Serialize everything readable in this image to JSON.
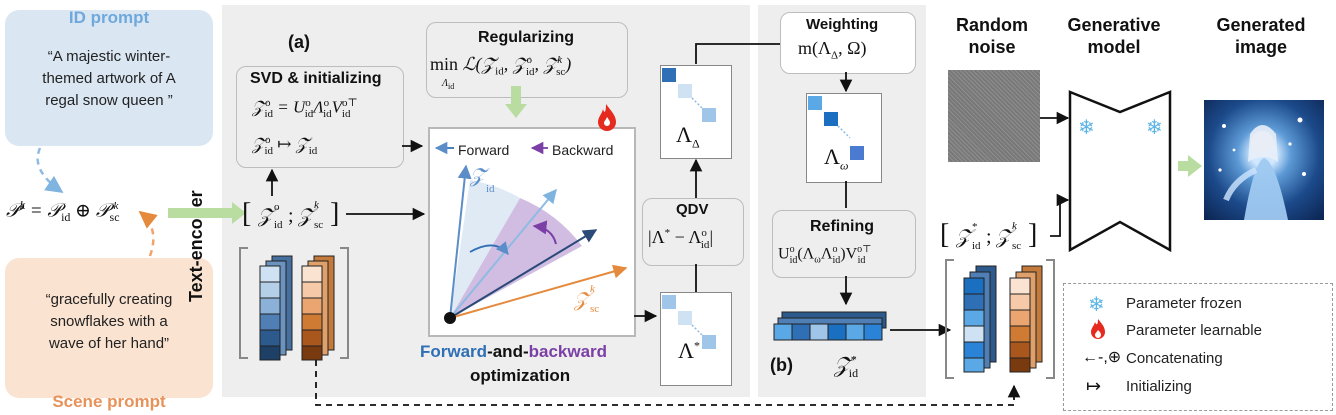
{
  "id_prompt": {
    "title": "ID prompt",
    "text_lines": [
      "“A majestic winter-",
      "themed artwork of A",
      "regal snow queen ”"
    ]
  },
  "scene_prompt": {
    "title": "Scene prompt",
    "text_lines": [
      "“gracefully creating",
      "snowflakes with a",
      "wave of her hand”"
    ]
  },
  "text_encoder_label": "Text-encoder",
  "panel_a": {
    "label": "(a)",
    "svd_title": "SVD & initializing",
    "regularizing_title": "Regularizing",
    "forward_label": "Forward",
    "backward_label": "Backward",
    "caption_forward": "Forward",
    "caption_and": "-and-",
    "caption_backward": "backward",
    "caption_line2": "optimization",
    "qdv_title": "QDV"
  },
  "panel_b": {
    "label": "(b)",
    "weighting_title": "Weighting",
    "refining_title": "Refining"
  },
  "right": {
    "random_noise_line1": "Random",
    "random_noise_line2": "noise",
    "generative_line1": "Generative",
    "generative_line2": "model",
    "generated_line1": "Generated",
    "generated_line2": "image"
  },
  "legend": {
    "frozen": "Parameter frozen",
    "learnable": "Parameter learnable",
    "concatenating": "Concatenating",
    "initializing": "Initializing"
  },
  "colors": {
    "id_blue": "#5b8ec9",
    "scene_orange": "#e58a3c",
    "purple": "#7b3fa6",
    "green_arrow": "#b9dca0"
  }
}
